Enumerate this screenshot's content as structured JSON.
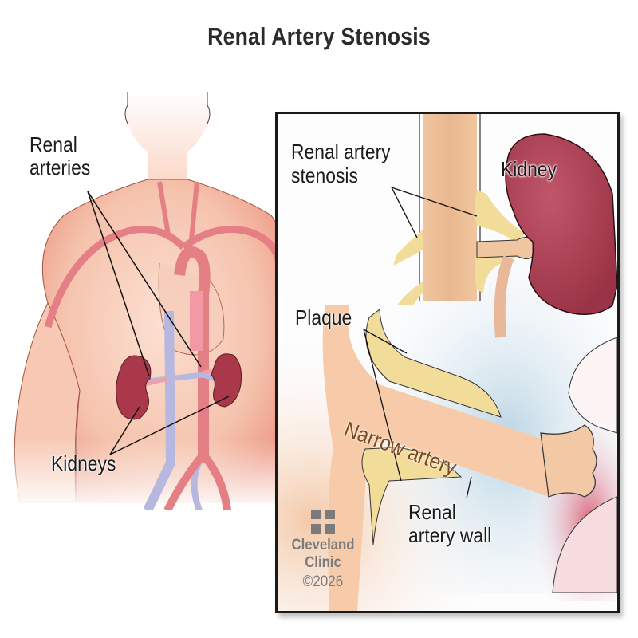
{
  "title": "Renal Artery Stenosis",
  "left_figure": {
    "labels": {
      "renal_arteries_line1": "Renal",
      "renal_arteries_line2": "arteries",
      "kidneys": "Kidneys"
    }
  },
  "inset_panel": {
    "labels": {
      "stenosis_line1": "Renal artery",
      "stenosis_line2": "stenosis",
      "kidney": "Kidney",
      "plaque": "Plaque",
      "narrow_artery": "Narrow artery",
      "wall_line1": "Renal",
      "wall_line2": "artery wall"
    },
    "logo": {
      "icon": "cleveland-clinic-cross-icon",
      "name_line1": "Cleveland",
      "name_line2": "Clinic",
      "copyright": "©2026"
    }
  },
  "colors": {
    "skin": "#f6c8b4",
    "artery": "#e57f86",
    "vein": "#b7b8e0",
    "kidney": "#a8384a",
    "plaque": "#f2dc9a",
    "panel_border": "#1a1a1a",
    "logo_gray": "#7b7b7d",
    "narrow_label": "#7a4a23"
  }
}
